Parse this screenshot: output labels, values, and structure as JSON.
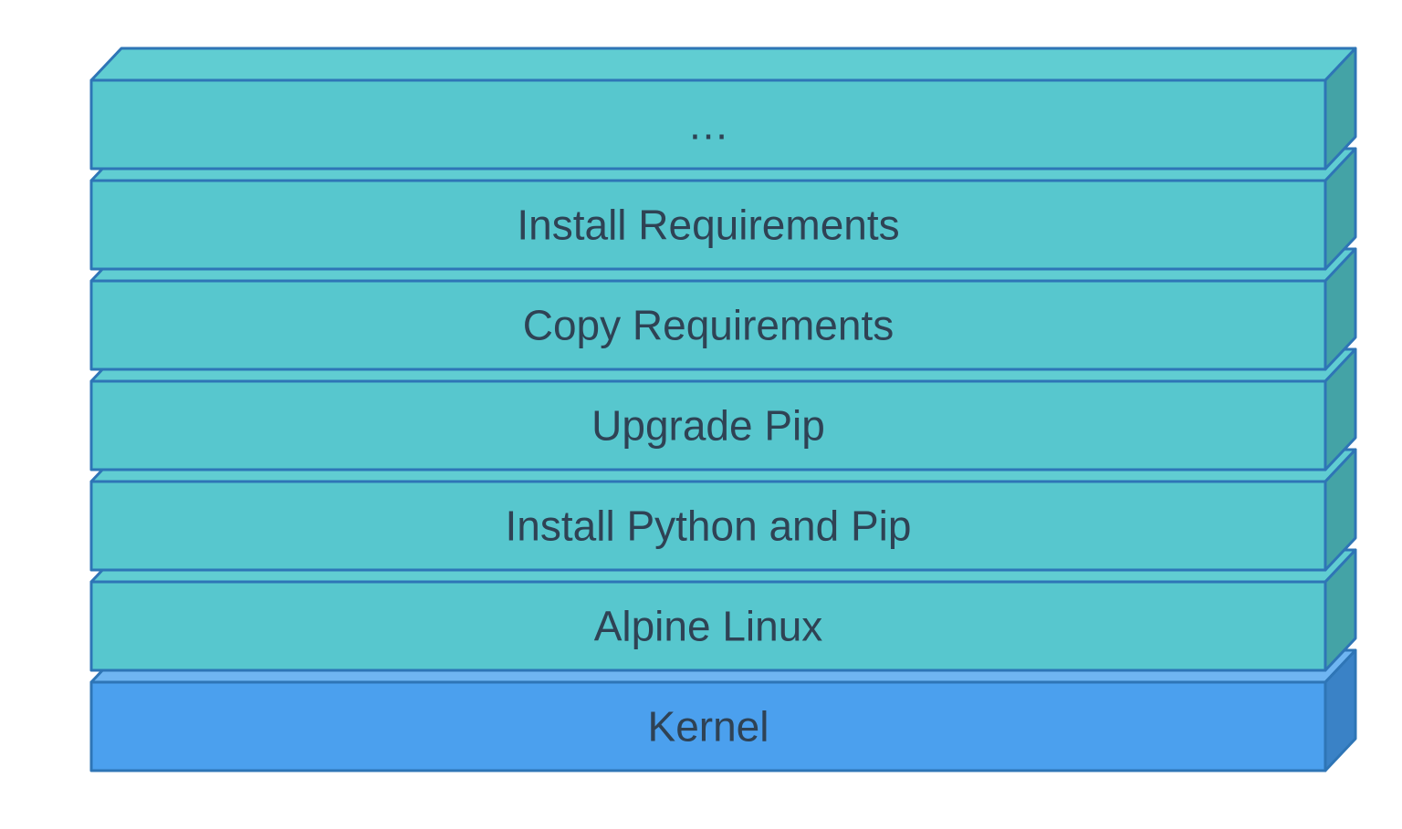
{
  "diagram": {
    "type": "layer-stack",
    "background_color": "#ffffff",
    "outline_color": "#2E75B6",
    "label_color": "#2F4254",
    "layers": [
      {
        "id": "ellipsis",
        "label": "…",
        "front": "#57C7CE",
        "top": "#60CDD2",
        "side": "#44A3A6"
      },
      {
        "id": "install-requirements",
        "label": "Install Requirements",
        "front": "#57C7CE",
        "top": "#60CDD2",
        "side": "#44A3A6"
      },
      {
        "id": "copy-requirements",
        "label": "Copy Requirements",
        "front": "#57C7CE",
        "top": "#60CDD2",
        "side": "#44A3A6"
      },
      {
        "id": "upgrade-pip",
        "label": "Upgrade Pip",
        "front": "#57C7CE",
        "top": "#60CDD2",
        "side": "#44A3A6"
      },
      {
        "id": "install-python-and-pip",
        "label": "Install Python and Pip",
        "front": "#57C7CE",
        "top": "#60CDD2",
        "side": "#44A3A6"
      },
      {
        "id": "alpine-linux",
        "label": "Alpine Linux",
        "front": "#57C7CE",
        "top": "#60CDD2",
        "side": "#44A3A6"
      },
      {
        "id": "kernel",
        "label": "Kernel",
        "front": "#4BA0EE",
        "top": "#6FB5F2",
        "side": "#3A82C6"
      }
    ]
  }
}
